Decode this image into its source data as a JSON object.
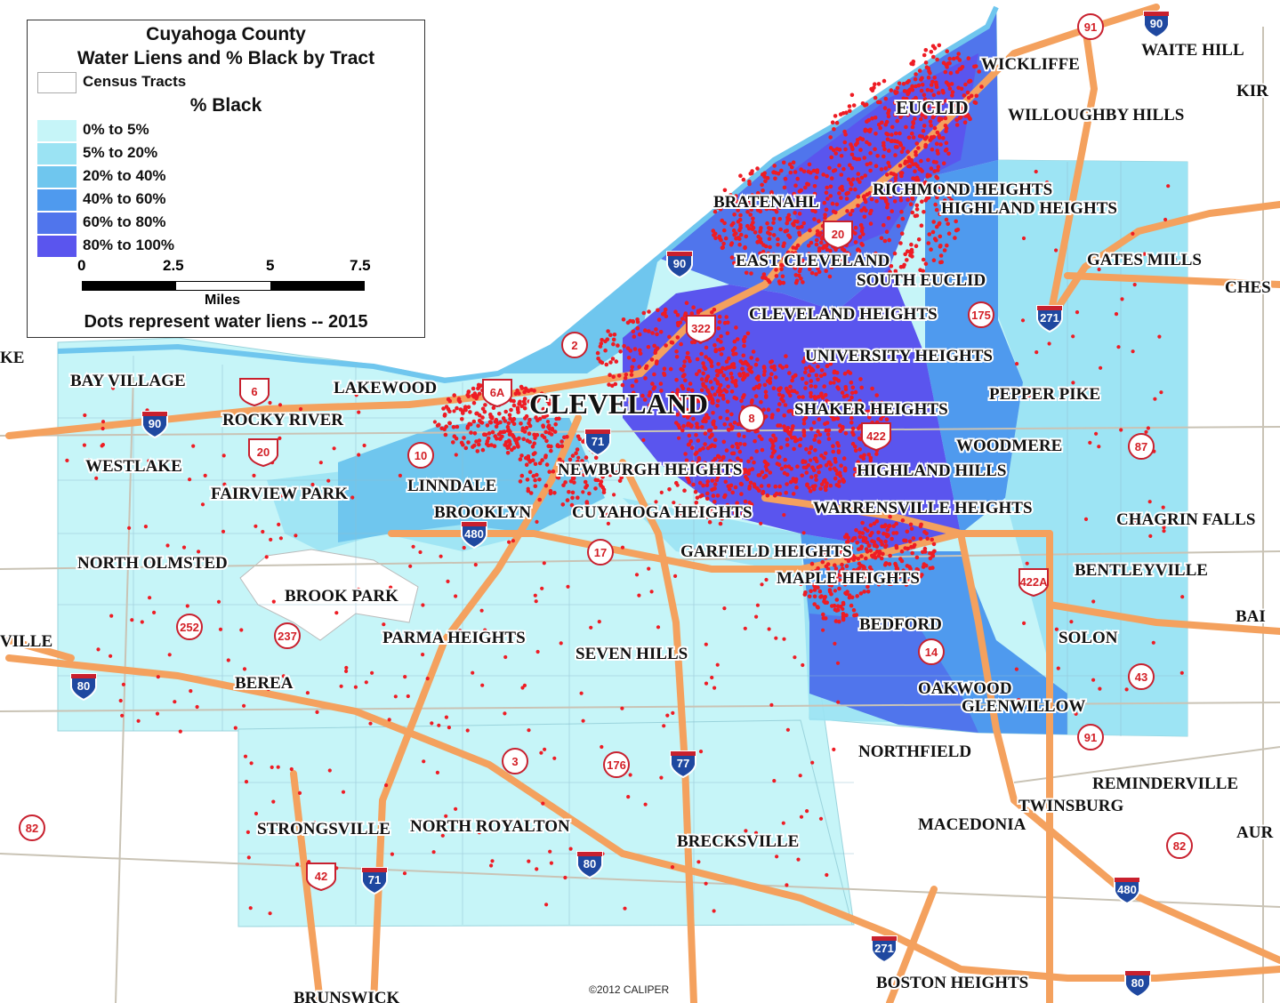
{
  "legend": {
    "title_line1": "Cuyahoga County",
    "title_line2": "Water Liens and % Black by Tract",
    "census_tracts": "Census Tracts",
    "heading": "% Black",
    "classes": [
      {
        "label": "0% to 5%",
        "color": "#c6f5f8"
      },
      {
        "label": "5% to 20%",
        "color": "#9be3f3"
      },
      {
        "label": "20% to 40%",
        "color": "#6fc6ee"
      },
      {
        "label": "40% to 60%",
        "color": "#4f9aee"
      },
      {
        "label": "60% to 80%",
        "color": "#5075ec"
      },
      {
        "label": "80% to 100%",
        "color": "#5a55ee"
      }
    ],
    "scale": {
      "ticks": [
        "0",
        "2.5",
        "5",
        "7.5"
      ],
      "unit": "Miles"
    },
    "note": "Dots represent water liens -- 2015"
  },
  "colors": {
    "water": "#ffffff",
    "highway": "#f4a15e",
    "minor_road": "#c9c3b5",
    "lien_dot": "#ee1c24",
    "interstate": "#1f48a0",
    "state_route": "#d32027"
  },
  "places": [
    {
      "name": "WICKLIFFE",
      "size": 19
    },
    {
      "name": "WAITE HILL",
      "size": 19
    },
    {
      "name": "KIR",
      "size": 19
    },
    {
      "name": "EUCLID",
      "size": 21
    },
    {
      "name": "WILLOUGHBY HILLS",
      "size": 19
    },
    {
      "name": "BRATENAHL",
      "size": 19
    },
    {
      "name": "RICHMOND HEIGHTS",
      "size": 19
    },
    {
      "name": "HIGHLAND HEIGHTS",
      "size": 19
    },
    {
      "name": "GATES MILLS",
      "size": 19
    },
    {
      "name": "EAST CLEVELAND",
      "size": 19
    },
    {
      "name": "SOUTH EUCLID",
      "size": 19
    },
    {
      "name": "CHES",
      "size": 19
    },
    {
      "name": "CLEVELAND HEIGHTS",
      "size": 19
    },
    {
      "name": "UNIVERSITY HEIGHTS",
      "size": 19
    },
    {
      "name": "KE",
      "size": 19
    },
    {
      "name": "BAY VILLAGE",
      "size": 19
    },
    {
      "name": "LAKEWOOD",
      "size": 19
    },
    {
      "name": "CLEVELAND",
      "size": 32
    },
    {
      "name": "PEPPER PIKE",
      "size": 19
    },
    {
      "name": "SHAKER HEIGHTS",
      "size": 19
    },
    {
      "name": "ROCKY RIVER",
      "size": 19
    },
    {
      "name": "WOODMERE",
      "size": 19
    },
    {
      "name": "WESTLAKE",
      "size": 19
    },
    {
      "name": "NEWBURGH HEIGHTS",
      "size": 19
    },
    {
      "name": "HIGHLAND HILLS",
      "size": 19
    },
    {
      "name": "FAIRVIEW PARK",
      "size": 19
    },
    {
      "name": "LINNDALE",
      "size": 19
    },
    {
      "name": "BROOKLYN",
      "size": 19
    },
    {
      "name": "CUYAHOGA HEIGHTS",
      "size": 19
    },
    {
      "name": "WARRENSVILLE HEIGHTS",
      "size": 19
    },
    {
      "name": "CHAGRIN FALLS",
      "size": 19
    },
    {
      "name": "NORTH OLMSTED",
      "size": 19
    },
    {
      "name": "GARFIELD HEIGHTS",
      "size": 19
    },
    {
      "name": "BENTLEYVILLE",
      "size": 19
    },
    {
      "name": "MAPLE HEIGHTS",
      "size": 19
    },
    {
      "name": "BROOK PARK",
      "size": 19
    },
    {
      "name": "BAI",
      "size": 19
    },
    {
      "name": "BEDFORD",
      "size": 19
    },
    {
      "name": "VILLE",
      "size": 19
    },
    {
      "name": "PARMA HEIGHTS",
      "size": 19
    },
    {
      "name": "SOLON",
      "size": 19
    },
    {
      "name": "SEVEN HILLS",
      "size": 19
    },
    {
      "name": "BEREA",
      "size": 19
    },
    {
      "name": "OAKWOOD",
      "size": 19
    },
    {
      "name": "GLENWILLOW",
      "size": 19
    },
    {
      "name": "NORTHFIELD",
      "size": 19
    },
    {
      "name": "REMINDERVILLE",
      "size": 19
    },
    {
      "name": "TWINSBURG",
      "size": 19
    },
    {
      "name": "STRONGSVILLE",
      "size": 19
    },
    {
      "name": "NORTH ROYALTON",
      "size": 19
    },
    {
      "name": "MACEDONIA",
      "size": 19
    },
    {
      "name": "AUR",
      "size": 19
    },
    {
      "name": "BRECKSVILLE",
      "size": 19
    },
    {
      "name": "BOSTON HEIGHTS",
      "size": 19
    },
    {
      "name": "BRUNSWICK",
      "size": 19
    }
  ],
  "route_shields": [
    {
      "label": "91",
      "kind": "state"
    },
    {
      "label": "90",
      "kind": "interstate"
    },
    {
      "label": "20",
      "kind": "us"
    },
    {
      "label": "90",
      "kind": "interstate"
    },
    {
      "label": "322",
      "kind": "us"
    },
    {
      "label": "175",
      "kind": "state"
    },
    {
      "label": "271",
      "kind": "interstate"
    },
    {
      "label": "2",
      "kind": "state"
    },
    {
      "label": "6",
      "kind": "us"
    },
    {
      "label": "6A",
      "kind": "us"
    },
    {
      "label": "8",
      "kind": "state"
    },
    {
      "label": "90",
      "kind": "interstate"
    },
    {
      "label": "71",
      "kind": "interstate"
    },
    {
      "label": "422",
      "kind": "us"
    },
    {
      "label": "20",
      "kind": "us"
    },
    {
      "label": "10",
      "kind": "state"
    },
    {
      "label": "87",
      "kind": "state"
    },
    {
      "label": "480",
      "kind": "interstate"
    },
    {
      "label": "17",
      "kind": "state"
    },
    {
      "label": "422A",
      "kind": "us"
    },
    {
      "label": "252",
      "kind": "state"
    },
    {
      "label": "237",
      "kind": "state"
    },
    {
      "label": "14",
      "kind": "state"
    },
    {
      "label": "43",
      "kind": "state"
    },
    {
      "label": "80",
      "kind": "interstate"
    },
    {
      "label": "91",
      "kind": "state"
    },
    {
      "label": "3",
      "kind": "state"
    },
    {
      "label": "176",
      "kind": "state"
    },
    {
      "label": "77",
      "kind": "interstate"
    },
    {
      "label": "82",
      "kind": "state"
    },
    {
      "label": "82",
      "kind": "state"
    },
    {
      "label": "80",
      "kind": "interstate"
    },
    {
      "label": "42",
      "kind": "us"
    },
    {
      "label": "71",
      "kind": "interstate"
    },
    {
      "label": "480",
      "kind": "interstate"
    },
    {
      "label": "271",
      "kind": "interstate"
    },
    {
      "label": "80",
      "kind": "interstate"
    }
  ],
  "credit": "©2012 CALIPER"
}
